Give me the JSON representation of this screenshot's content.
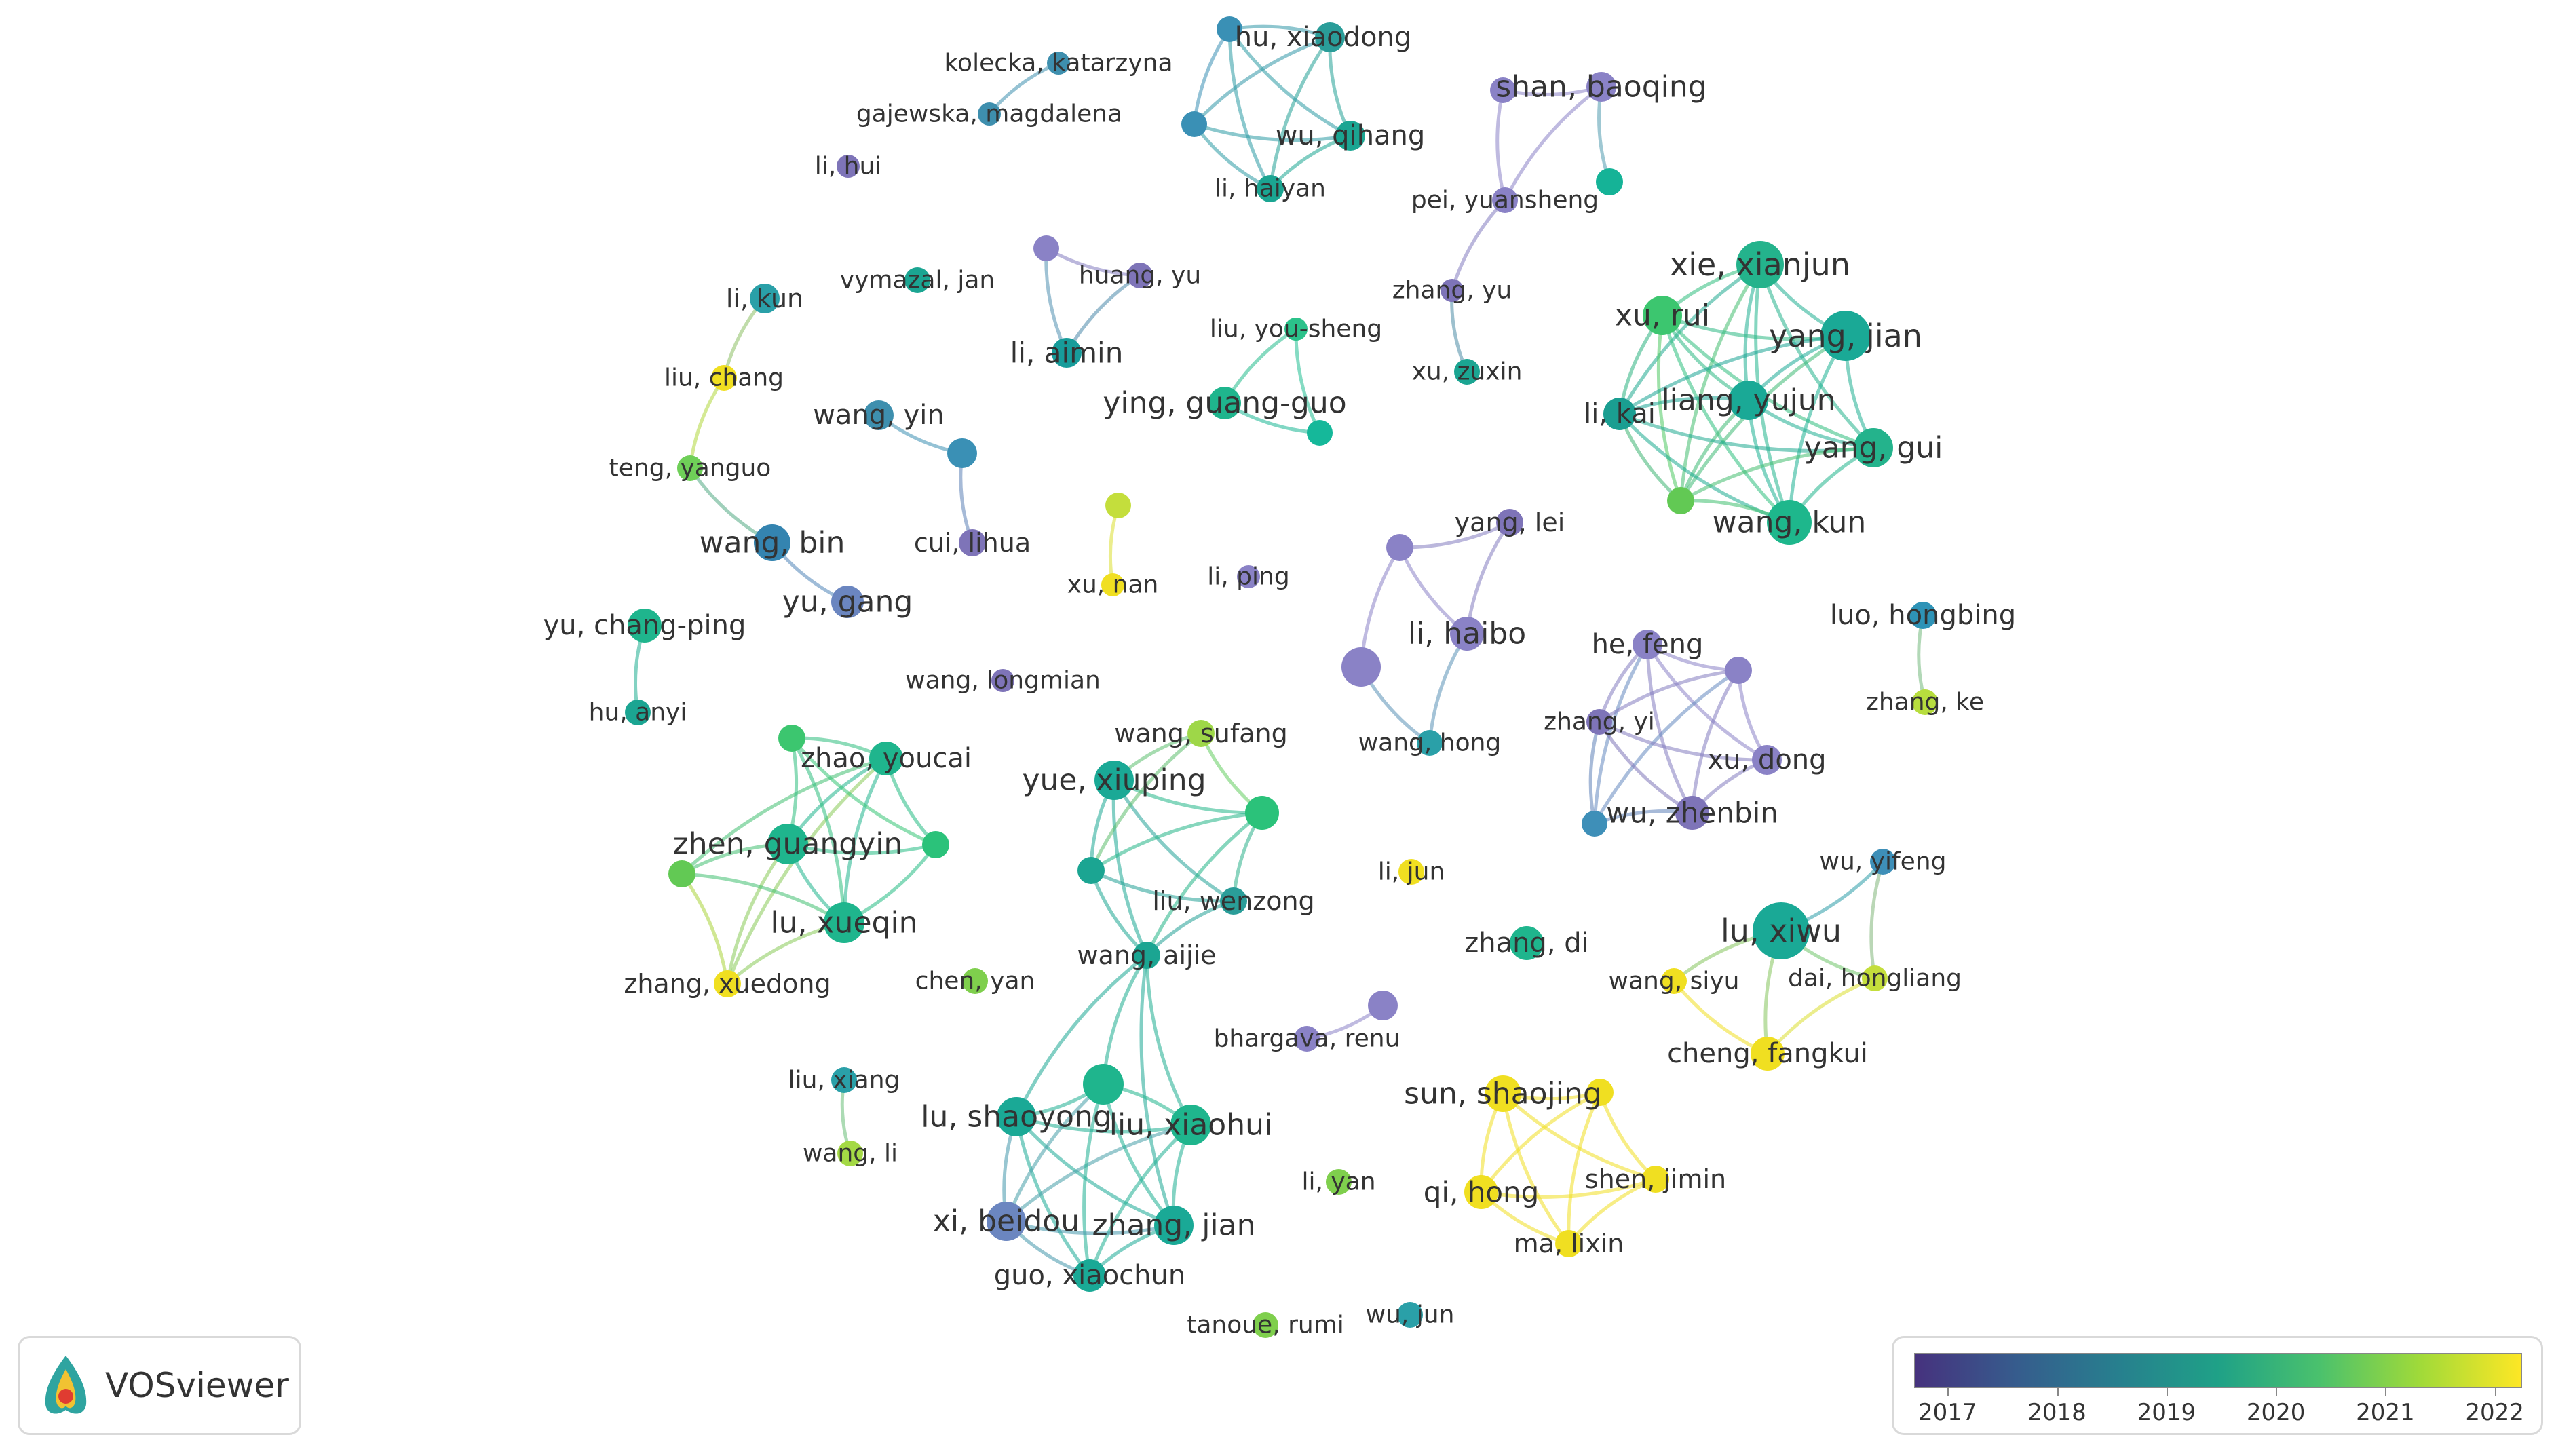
{
  "app": {
    "name": "VOSviewer"
  },
  "legend": {
    "years": [
      "2017",
      "2018",
      "2019",
      "2020",
      "2021",
      "2022"
    ],
    "colors": [
      "#46327e",
      "#365c8d",
      "#277f8e",
      "#1fa187",
      "#4ac16d",
      "#a0da39",
      "#fde725"
    ]
  },
  "network": {
    "nodes": [
      {
        "id": "kolecka",
        "label": "kolecka, katarzyna",
        "color": "#3e8fae"
      },
      {
        "id": "gajewska",
        "label": "gajewska, magdalena",
        "color": "#3e8fae"
      },
      {
        "id": "li_hui",
        "label": "li, hui",
        "color": "#7e74b8"
      },
      {
        "id": "hu_xiaodong",
        "label": "hu, xiaodong",
        "color": "#2a9d99"
      },
      {
        "id": "hu_a",
        "label": "",
        "color": "#3a90b5"
      },
      {
        "id": "hu_b",
        "label": "",
        "color": "#3a90b5"
      },
      {
        "id": "wu_qihang",
        "label": "wu, qihang",
        "color": "#1ba592"
      },
      {
        "id": "li_haiyan",
        "label": "li, haiyan",
        "color": "#1ba592"
      },
      {
        "id": "shan_baoqing",
        "label": "shan, baoqing",
        "color": "#8a82c6"
      },
      {
        "id": "shan_a",
        "label": "",
        "color": "#8a82c6"
      },
      {
        "id": "shan_b",
        "label": "",
        "color": "#15b397"
      },
      {
        "id": "pei_yuansheng",
        "label": "pei, yuansheng",
        "color": "#8a82c6"
      },
      {
        "id": "zhang_yu",
        "label": "zhang, yu",
        "color": "#7e74b8"
      },
      {
        "id": "xu_zuxin",
        "label": "xu, zuxin",
        "color": "#1ba592"
      },
      {
        "id": "li_kun",
        "label": "li, kun",
        "color": "#2aa0a8"
      },
      {
        "id": "liu_chang",
        "label": "liu, chang",
        "color": "#f0df21"
      },
      {
        "id": "teng_yanguo",
        "label": "teng, yanguo",
        "color": "#6fcf58"
      },
      {
        "id": "vymazal_jan",
        "label": "vymazal, jan",
        "color": "#1ba592"
      },
      {
        "id": "huang_yu",
        "label": "huang, yu",
        "color": "#7e74b8"
      },
      {
        "id": "huang_a",
        "label": "",
        "color": "#8a82c6"
      },
      {
        "id": "li_aimin",
        "label": "li, aimin",
        "color": "#179c9a"
      },
      {
        "id": "liu_yousheng",
        "label": "liu, you-sheng",
        "color": "#2bc28a"
      },
      {
        "id": "ying_guangguo",
        "label": "ying, guang-guo",
        "color": "#1fb58d"
      },
      {
        "id": "ying_a",
        "label": "",
        "color": "#15b89a"
      },
      {
        "id": "wang_yin",
        "label": "wang, yin",
        "color": "#3e8fae"
      },
      {
        "id": "wang_yin_a",
        "label": "",
        "color": "#3a90b5"
      },
      {
        "id": "cui_lihua",
        "label": "cui, lihua",
        "color": "#7e74b8"
      },
      {
        "id": "wang_bin",
        "label": "wang, bin",
        "color": "#3484b0"
      },
      {
        "id": "yu_gang",
        "label": "yu, gang",
        "color": "#6b86c0"
      },
      {
        "id": "xu_nan",
        "label": "xu, nan",
        "color": "#f0df21"
      },
      {
        "id": "xu_nan_a",
        "label": "",
        "color": "#c4de3c"
      },
      {
        "id": "li_ping",
        "label": "li, ping",
        "color": "#8a82c6"
      },
      {
        "id": "xie_xianjun",
        "label": "xie, xianjun",
        "color": "#24b38c"
      },
      {
        "id": "xu_rui",
        "label": "xu, rui",
        "color": "#3cc66f"
      },
      {
        "id": "yang_jian",
        "label": "yang, jian",
        "color": "#1aa996"
      },
      {
        "id": "liang_yujun",
        "label": "liang, yujun",
        "color": "#1aa996"
      },
      {
        "id": "li_kai",
        "label": "li, kai",
        "color": "#1a9e91"
      },
      {
        "id": "yang_gui",
        "label": "yang, gui",
        "color": "#24b38c"
      },
      {
        "id": "wang_kun",
        "label": "wang, kun",
        "color": "#1eb78c"
      },
      {
        "id": "xie_a",
        "label": "",
        "color": "#62c954"
      },
      {
        "id": "yu_changping",
        "label": "yu, chang-ping",
        "color": "#1fb58d"
      },
      {
        "id": "hu_anyi",
        "label": "hu, anyi",
        "color": "#1ba592"
      },
      {
        "id": "wang_longmian",
        "label": "wang, longmian",
        "color": "#7e74b8"
      },
      {
        "id": "yang_lei",
        "label": "yang, lei",
        "color": "#7e74b8"
      },
      {
        "id": "yang_a",
        "label": "",
        "color": "#8a82c6"
      },
      {
        "id": "li_haibo",
        "label": "li, haibo",
        "color": "#8a82c6"
      },
      {
        "id": "li_haibo_a",
        "label": "",
        "color": "#8a82c6"
      },
      {
        "id": "wang_hong",
        "label": "wang, hong",
        "color": "#2aa0a8"
      },
      {
        "id": "he_feng",
        "label": "he, feng",
        "color": "#8a82c6"
      },
      {
        "id": "he_a",
        "label": "",
        "color": "#8a82c6"
      },
      {
        "id": "zhang_yi",
        "label": "zhang, yi",
        "color": "#7e74b8"
      },
      {
        "id": "xu_dong",
        "label": "xu, dong",
        "color": "#8a82c6"
      },
      {
        "id": "wu_zhenbin",
        "label": "wu, zhenbin",
        "color": "#7e74b8"
      },
      {
        "id": "wu_zhenbin_a",
        "label": "",
        "color": "#3e8fb8"
      },
      {
        "id": "luo_hongbing",
        "label": "luo, hongbing",
        "color": "#2e93b7"
      },
      {
        "id": "zhang_ke",
        "label": "zhang, ke",
        "color": "#b7dd3e"
      },
      {
        "id": "zhao_youcai",
        "label": "zhao, youcai",
        "color": "#1fb58d"
      },
      {
        "id": "zhen_guangyin",
        "label": "zhen, guangyin",
        "color": "#1fb58d"
      },
      {
        "id": "lu_xueqin",
        "label": "lu, xueqin",
        "color": "#1fb58d"
      },
      {
        "id": "zhang_xuedong",
        "label": "zhang, xuedong",
        "color": "#f0df21"
      },
      {
        "id": "zhao_a",
        "label": "",
        "color": "#3cc66f"
      },
      {
        "id": "zhao_b",
        "label": "",
        "color": "#2bc27a"
      },
      {
        "id": "zhao_c",
        "label": "",
        "color": "#62c954"
      },
      {
        "id": "wang_sufang",
        "label": "wang, sufang",
        "color": "#9ed748"
      },
      {
        "id": "yue_xiuping",
        "label": "yue, xiuping",
        "color": "#1aa996"
      },
      {
        "id": "yue_a",
        "label": "",
        "color": "#2bc27a"
      },
      {
        "id": "yue_b",
        "label": "",
        "color": "#1ba592"
      },
      {
        "id": "liu_wenzong",
        "label": "liu, wenzong",
        "color": "#2a9d99"
      },
      {
        "id": "wang_aijie",
        "label": "wang, aijie",
        "color": "#1ba592"
      },
      {
        "id": "chen_yan",
        "label": "chen, yan",
        "color": "#7fcf4d"
      },
      {
        "id": "li_jun",
        "label": "li, jun",
        "color": "#f0df21"
      },
      {
        "id": "zhang_di",
        "label": "zhang, di",
        "color": "#1fb58d"
      },
      {
        "id": "lu_xiwu",
        "label": "lu, xiwu",
        "color": "#1aa996"
      },
      {
        "id": "wu_yifeng",
        "label": "wu, yifeng",
        "color": "#3e8fb8"
      },
      {
        "id": "wang_siyu",
        "label": "wang, siyu",
        "color": "#f0df21"
      },
      {
        "id": "dai_hongliang",
        "label": "dai, hongliang",
        "color": "#c4de3c"
      },
      {
        "id": "cheng_fangkui",
        "label": "cheng, fangkui",
        "color": "#f0df21"
      },
      {
        "id": "bhargava_renu",
        "label": "bhargava, renu",
        "color": "#8a82c6"
      },
      {
        "id": "bhargava_a",
        "label": "",
        "color": "#8a82c6"
      },
      {
        "id": "liu_xiang",
        "label": "liu, xiang",
        "color": "#2aa0a8"
      },
      {
        "id": "wang_li",
        "label": "wang, li",
        "color": "#a4d945"
      },
      {
        "id": "lu_shaoyong",
        "label": "lu, shaoyong",
        "color": "#1aa996"
      },
      {
        "id": "liu_xiaohui",
        "label": "liu, xiaohui",
        "color": "#1fb58d"
      },
      {
        "id": "lu_a",
        "label": "",
        "color": "#1fb58d"
      },
      {
        "id": "xi_beidou",
        "label": "xi, beidou",
        "color": "#6b86c0"
      },
      {
        "id": "zhang_jian",
        "label": "zhang, jian",
        "color": "#1aa996"
      },
      {
        "id": "guo_xiaochun",
        "label": "guo, xiaochun",
        "color": "#1aa996"
      },
      {
        "id": "li_yan",
        "label": "li, yan",
        "color": "#7fcf4d"
      },
      {
        "id": "sun_shaojing",
        "label": "sun, shaojing",
        "color": "#f0df21"
      },
      {
        "id": "sun_a",
        "label": "",
        "color": "#f0df21"
      },
      {
        "id": "qi_hong",
        "label": "qi, hong",
        "color": "#f0df21"
      },
      {
        "id": "shen_jimin",
        "label": "shen, jimin",
        "color": "#f0df21"
      },
      {
        "id": "ma_lixin",
        "label": "ma, lixin",
        "color": "#f0df21"
      },
      {
        "id": "tanoue_rumi",
        "label": "tanoue, rumi",
        "color": "#7fcf4d"
      },
      {
        "id": "wu_jun",
        "label": "wu, jun",
        "color": "#2aa0a8"
      }
    ],
    "edges": [
      [
        "kolecka",
        "gajewska"
      ],
      [
        "hu_xiaodong",
        "hu_a"
      ],
      [
        "hu_xiaodong",
        "hu_b"
      ],
      [
        "hu_xiaodong",
        "wu_qihang"
      ],
      [
        "hu_xiaodong",
        "li_haiyan"
      ],
      [
        "hu_a",
        "hu_b"
      ],
      [
        "hu_a",
        "wu_qihang"
      ],
      [
        "hu_a",
        "li_haiyan"
      ],
      [
        "hu_b",
        "wu_qihang"
      ],
      [
        "hu_b",
        "li_haiyan"
      ],
      [
        "wu_qihang",
        "li_haiyan"
      ],
      [
        "shan_a",
        "shan_baoqing"
      ],
      [
        "shan_baoqing",
        "shan_b"
      ],
      [
        "shan_baoqing",
        "pei_yuansheng"
      ],
      [
        "shan_a",
        "pei_yuansheng"
      ],
      [
        "pei_yuansheng",
        "zhang_yu"
      ],
      [
        "zhang_yu",
        "xu_zuxin"
      ],
      [
        "li_kun",
        "liu_chang"
      ],
      [
        "liu_chang",
        "teng_yanguo"
      ],
      [
        "teng_yanguo",
        "wang_bin"
      ],
      [
        "huang_a",
        "huang_yu"
      ],
      [
        "huang_a",
        "li_aimin"
      ],
      [
        "huang_yu",
        "li_aimin"
      ],
      [
        "liu_yousheng",
        "ying_guangguo"
      ],
      [
        "ying_guangguo",
        "ying_a"
      ],
      [
        "liu_yousheng",
        "ying_a"
      ],
      [
        "wang_yin",
        "wang_yin_a"
      ],
      [
        "wang_yin_a",
        "cui_lihua"
      ],
      [
        "wang_bin",
        "yu_gang"
      ],
      [
        "xu_nan_a",
        "xu_nan"
      ],
      [
        "yu_changping",
        "hu_anyi"
      ],
      [
        "xie_xianjun",
        "xu_rui"
      ],
      [
        "xie_xianjun",
        "yang_jian"
      ],
      [
        "xie_xianjun",
        "liang_yujun"
      ],
      [
        "xie_xianjun",
        "li_kai"
      ],
      [
        "xie_xianjun",
        "yang_gui"
      ],
      [
        "xie_xianjun",
        "wang_kun"
      ],
      [
        "xie_xianjun",
        "xie_a"
      ],
      [
        "xu_rui",
        "yang_jian"
      ],
      [
        "xu_rui",
        "liang_yujun"
      ],
      [
        "xu_rui",
        "li_kai"
      ],
      [
        "xu_rui",
        "yang_gui"
      ],
      [
        "xu_rui",
        "wang_kun"
      ],
      [
        "xu_rui",
        "xie_a"
      ],
      [
        "yang_jian",
        "liang_yujun"
      ],
      [
        "yang_jian",
        "li_kai"
      ],
      [
        "yang_jian",
        "yang_gui"
      ],
      [
        "yang_jian",
        "wang_kun"
      ],
      [
        "yang_jian",
        "xie_a"
      ],
      [
        "liang_yujun",
        "li_kai"
      ],
      [
        "liang_yujun",
        "yang_gui"
      ],
      [
        "liang_yujun",
        "wang_kun"
      ],
      [
        "liang_yujun",
        "xie_a"
      ],
      [
        "li_kai",
        "yang_gui"
      ],
      [
        "li_kai",
        "wang_kun"
      ],
      [
        "li_kai",
        "xie_a"
      ],
      [
        "yang_gui",
        "wang_kun"
      ],
      [
        "yang_gui",
        "xie_a"
      ],
      [
        "wang_kun",
        "xie_a"
      ],
      [
        "yang_a",
        "yang_lei"
      ],
      [
        "yang_lei",
        "li_haibo"
      ],
      [
        "yang_a",
        "li_haibo_a"
      ],
      [
        "li_haibo_a",
        "wang_hong"
      ],
      [
        "li_haibo",
        "wang_hong"
      ],
      [
        "yang_a",
        "li_haibo"
      ],
      [
        "he_feng",
        "he_a"
      ],
      [
        "he_feng",
        "zhang_yi"
      ],
      [
        "he_feng",
        "xu_dong"
      ],
      [
        "he_feng",
        "wu_zhenbin"
      ],
      [
        "he_feng",
        "wu_zhenbin_a"
      ],
      [
        "he_a",
        "zhang_yi"
      ],
      [
        "he_a",
        "xu_dong"
      ],
      [
        "he_a",
        "wu_zhenbin"
      ],
      [
        "he_a",
        "wu_zhenbin_a"
      ],
      [
        "zhang_yi",
        "xu_dong"
      ],
      [
        "zhang_yi",
        "wu_zhenbin"
      ],
      [
        "zhang_yi",
        "wu_zhenbin_a"
      ],
      [
        "xu_dong",
        "wu_zhenbin"
      ],
      [
        "wu_zhenbin",
        "wu_zhenbin_a"
      ],
      [
        "luo_hongbing",
        "zhang_ke"
      ],
      [
        "zhao_youcai",
        "zhen_guangyin"
      ],
      [
        "zhao_youcai",
        "lu_xueqin"
      ],
      [
        "zhao_youcai",
        "zhang_xuedong"
      ],
      [
        "zhao_youcai",
        "zhao_a"
      ],
      [
        "zhao_youcai",
        "zhao_b"
      ],
      [
        "zhao_youcai",
        "zhao_c"
      ],
      [
        "zhen_guangyin",
        "lu_xueqin"
      ],
      [
        "zhen_guangyin",
        "zhang_xuedong"
      ],
      [
        "zhen_guangyin",
        "zhao_a"
      ],
      [
        "zhen_guangyin",
        "zhao_b"
      ],
      [
        "zhen_guangyin",
        "zhao_c"
      ],
      [
        "lu_xueqin",
        "zhang_xuedong"
      ],
      [
        "lu_xueqin",
        "zhao_b"
      ],
      [
        "lu_xueqin",
        "zhao_c"
      ],
      [
        "lu_xueqin",
        "zhao_a"
      ],
      [
        "zhang_xuedong",
        "zhao_c"
      ],
      [
        "zhao_a",
        "zhao_b"
      ],
      [
        "wang_sufang",
        "yue_xiuping"
      ],
      [
        "yue_xiuping",
        "yue_a"
      ],
      [
        "yue_xiuping",
        "yue_b"
      ],
      [
        "yue_xiuping",
        "liu_wenzong"
      ],
      [
        "yue_xiuping",
        "wang_aijie"
      ],
      [
        "wang_sufang",
        "yue_a"
      ],
      [
        "wang_sufang",
        "yue_b"
      ],
      [
        "yue_a",
        "yue_b"
      ],
      [
        "yue_a",
        "liu_wenzong"
      ],
      [
        "yue_a",
        "wang_aijie"
      ],
      [
        "yue_b",
        "liu_wenzong"
      ],
      [
        "yue_b",
        "wang_aijie"
      ],
      [
        "liu_wenzong",
        "wang_aijie"
      ],
      [
        "wang_aijie",
        "lu_a"
      ],
      [
        "wang_aijie",
        "liu_xiaohui"
      ],
      [
        "wang_aijie",
        "lu_shaoyong"
      ],
      [
        "wang_aijie",
        "zhang_jian"
      ],
      [
        "lu_shaoyong",
        "liu_xiaohui"
      ],
      [
        "lu_shaoyong",
        "lu_a"
      ],
      [
        "lu_shaoyong",
        "xi_beidou"
      ],
      [
        "lu_shaoyong",
        "zhang_jian"
      ],
      [
        "lu_shaoyong",
        "guo_xiaochun"
      ],
      [
        "liu_xiaohui",
        "lu_a"
      ],
      [
        "liu_xiaohui",
        "xi_beidou"
      ],
      [
        "liu_xiaohui",
        "zhang_jian"
      ],
      [
        "liu_xiaohui",
        "guo_xiaochun"
      ],
      [
        "lu_a",
        "xi_beidou"
      ],
      [
        "lu_a",
        "zhang_jian"
      ],
      [
        "lu_a",
        "guo_xiaochun"
      ],
      [
        "xi_beidou",
        "zhang_jian"
      ],
      [
        "xi_beidou",
        "guo_xiaochun"
      ],
      [
        "zhang_jian",
        "guo_xiaochun"
      ],
      [
        "lu_xiwu",
        "wu_yifeng"
      ],
      [
        "lu_xiwu",
        "wang_siyu"
      ],
      [
        "lu_xiwu",
        "dai_hongliang"
      ],
      [
        "lu_xiwu",
        "cheng_fangkui"
      ],
      [
        "wang_siyu",
        "cheng_fangkui"
      ],
      [
        "dai_hongliang",
        "cheng_fangkui"
      ],
      [
        "wu_yifeng",
        "dai_hongliang"
      ],
      [
        "bhargava_renu",
        "bhargava_a"
      ],
      [
        "liu_xiang",
        "wang_li"
      ],
      [
        "sun_shaojing",
        "sun_a"
      ],
      [
        "sun_shaojing",
        "qi_hong"
      ],
      [
        "sun_shaojing",
        "shen_jimin"
      ],
      [
        "sun_shaojing",
        "ma_lixin"
      ],
      [
        "sun_a",
        "qi_hong"
      ],
      [
        "sun_a",
        "shen_jimin"
      ],
      [
        "sun_a",
        "ma_lixin"
      ],
      [
        "qi_hong",
        "shen_jimin"
      ],
      [
        "qi_hong",
        "ma_lixin"
      ],
      [
        "shen_jimin",
        "ma_lixin"
      ]
    ]
  }
}
